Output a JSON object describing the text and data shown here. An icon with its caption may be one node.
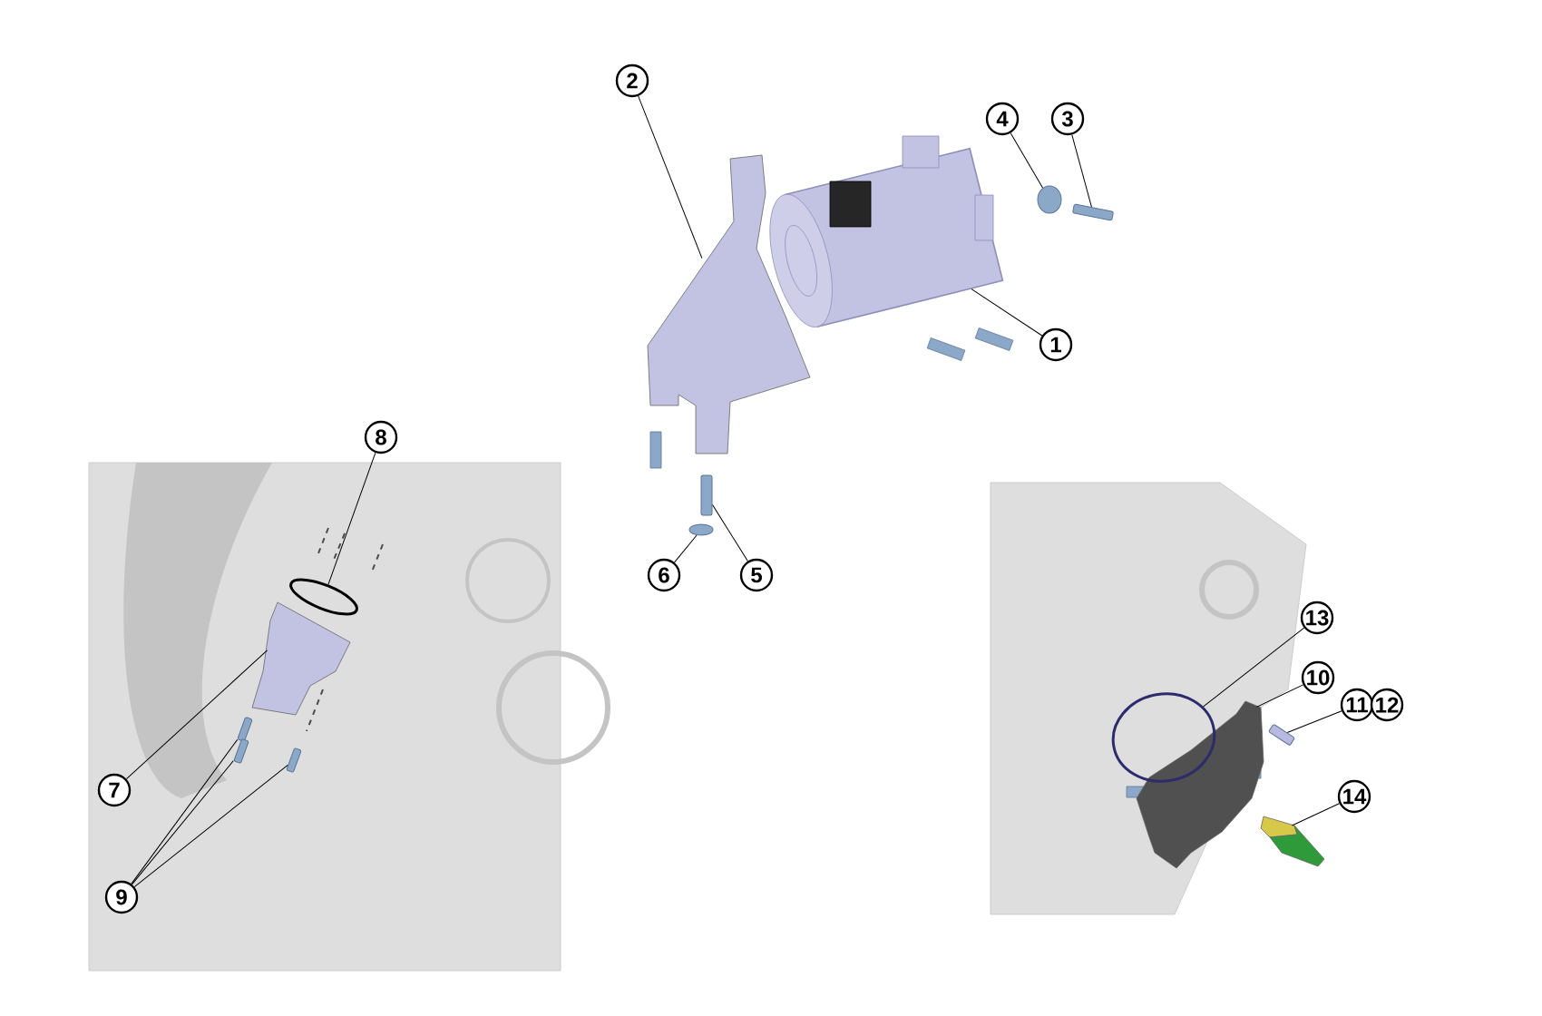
{
  "diagram": {
    "nodes": [
      {
        "text": [
          "1"
        ]
      },
      {
        "text": [
          "2"
        ]
      },
      {
        "text": [
          "3"
        ]
      },
      {
        "text": [
          "4"
        ]
      },
      {
        "text": [
          "5"
        ]
      },
      {
        "text": [
          "6"
        ]
      },
      {
        "text": [
          "7"
        ]
      },
      {
        "text": [
          "8"
        ]
      },
      {
        "text": [
          "9"
        ]
      },
      {
        "text": [
          "10"
        ]
      },
      {
        "text": [
          "11"
        ]
      },
      {
        "text": [
          "12"
        ]
      },
      {
        "text": [
          "13"
        ]
      },
      {
        "text": [
          "14"
        ]
      },
      {
        "text": [],
        "shape": "cylinder"
      },
      {
        "text": [],
        "shape": "picture"
      },
      {
        "text": [],
        "shape": "bar"
      },
      {
        "text": [],
        "shape": "circle"
      },
      {
        "text": [],
        "shape": "bar"
      },
      {
        "text": [],
        "shape": "circle"
      },
      {
        "text": [],
        "shape": "picture"
      },
      {
        "text": [],
        "shape": "circle"
      },
      {
        "text": [],
        "shape": "bar"
      },
      {
        "text": [],
        "shape": "bar"
      },
      {
        "text": [],
        "shape": "bar"
      },
      {
        "text": [],
        "shape": "picture"
      },
      {
        "text": [],
        "shape": "bar"
      },
      {
        "text": [],
        "shape": "circle"
      },
      {
        "text": [],
        "shape": "picture"
      }
    ],
    "edges": [
      {
        "from": 0,
        "to": 14,
        "arrow": "none"
      },
      {
        "from": 1,
        "to": 15,
        "arrow": "none"
      },
      {
        "from": 2,
        "to": 16,
        "arrow": "none"
      },
      {
        "from": 3,
        "to": 17,
        "arrow": "none"
      },
      {
        "from": 4,
        "to": 18,
        "arrow": "none"
      },
      {
        "from": 5,
        "to": 19,
        "arrow": "none"
      },
      {
        "from": 6,
        "to": 20,
        "arrow": "none"
      },
      {
        "from": 7,
        "to": 21,
        "arrow": "none"
      },
      {
        "from": 8,
        "to": 22,
        "arrow": "none"
      },
      {
        "from": 8,
        "to": 23,
        "arrow": "none"
      },
      {
        "from": 8,
        "to": 24,
        "arrow": "none"
      },
      {
        "from": 9,
        "to": 25,
        "arrow": "none"
      },
      {
        "from": 10,
        "to": 26,
        "arrow": "none"
      },
      {
        "from": 12,
        "to": 27,
        "arrow": "none"
      },
      {
        "from": 13,
        "to": 28,
        "arrow": "none"
      }
    ]
  }
}
